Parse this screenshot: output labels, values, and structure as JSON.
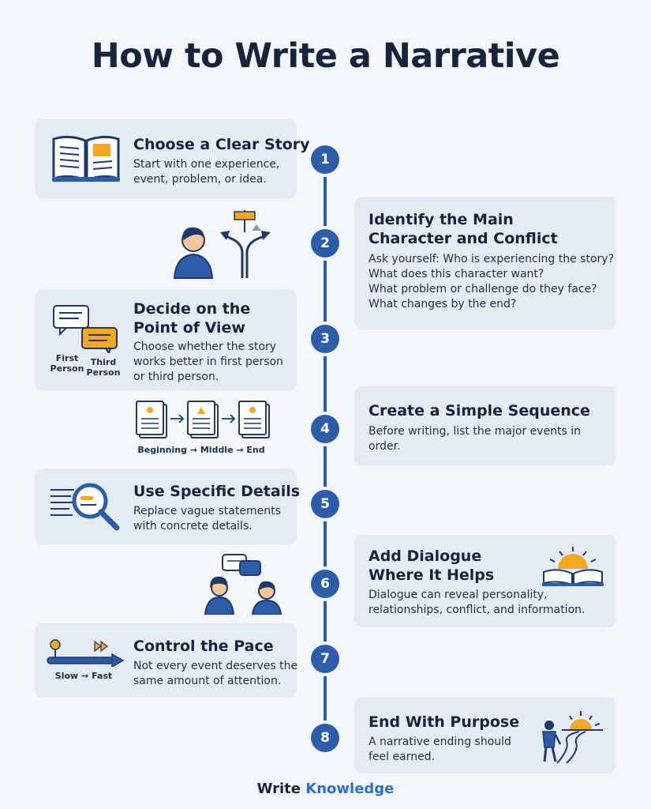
{
  "title": "How to Write a Narrative",
  "steps": [
    {
      "number": "1",
      "title": "Choose a Clear Story",
      "body": "Start with one experience,\nevent, problem, or idea."
    },
    {
      "number": "2",
      "title": "Identify the Main\nCharacter and Conflict",
      "body": "Ask yourself: Who is experiencing the story?\nWhat does this character want?\nWhat problem or challenge do they face?\nWhat changes by the end?"
    },
    {
      "number": "3",
      "title": "Decide on the\nPoint of View",
      "body": "Choose whether the story\nworks better in first person\nor third person."
    },
    {
      "number": "4",
      "title": "Create a Simple Sequence",
      "body": "Before writing, list the major events in\norder."
    },
    {
      "number": "5",
      "title": "Use Specific Details",
      "body": "Replace vague statements\nwith concrete details."
    },
    {
      "number": "6",
      "title": "Add Dialogue\nWhere It Helps",
      "body": "Dialogue can reveal personality,\nrelationships, conflict, and information."
    },
    {
      "number": "7",
      "title": "Control the Pace",
      "body": "Not every event deserves the\nsame amount of attention."
    },
    {
      "number": "8",
      "title": "End With Purpose",
      "body": "A narrative ending should\nfeel earned."
    }
  ],
  "illustrations": {
    "pov": {
      "first": "First\nPerson",
      "third": "Third\nPerson"
    },
    "sequence": {
      "label": "Beginning → Middle → End"
    },
    "pace": {
      "label": "Slow → Fast"
    }
  },
  "footer": {
    "part1": "Write ",
    "part2": "Knowledge"
  },
  "colors": {
    "accent": "#2d5ca8",
    "card": "#e5ebf4",
    "highlight": "#f5a623",
    "background": "#f3f6fb"
  }
}
